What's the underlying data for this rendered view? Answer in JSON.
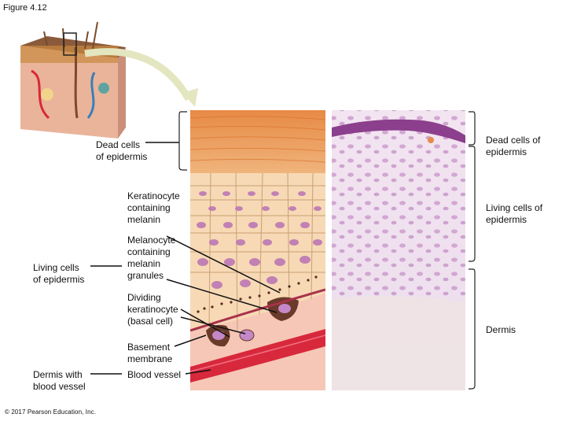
{
  "figure": {
    "title": "Figure 4.12",
    "copyright": "© 2017 Pearson Education, Inc."
  },
  "labels": {
    "dead_cells_left": "Dead cells\nof epidermis",
    "living_cells_left": "Living cells\nof epidermis",
    "dermis_blood_vessel_left": "Dermis with\nblood vessel",
    "keratinocyte_melanin": "Keratinocyte\ncontaining\nmelanin",
    "melanocyte": "Melanocyte\ncontaining\nmelanin\ngranules",
    "dividing_keratinocyte": "Dividing\nkeratinocyte\n(basal cell)",
    "basement_membrane": "Basement\nmembrane",
    "blood_vessel": "Blood vessel",
    "dead_cells_right": "Dead cells of\nepidermis",
    "living_cells_right": "Living cells of\nepidermis",
    "dermis_right": "Dermis"
  },
  "colors": {
    "dead_layer": "#e8924e",
    "living_layer": "#f5d3ae",
    "cell_outline": "#b88a5d",
    "nucleus": "#a45fae",
    "melanin": "#5a2a1a",
    "dermis": "#f6c7b6",
    "blood_vessel": "#d8283c",
    "micrograph_bg": "#f1e2ef",
    "micrograph_stain": "#8b3f8c",
    "arrow": "#dfe3b8"
  }
}
